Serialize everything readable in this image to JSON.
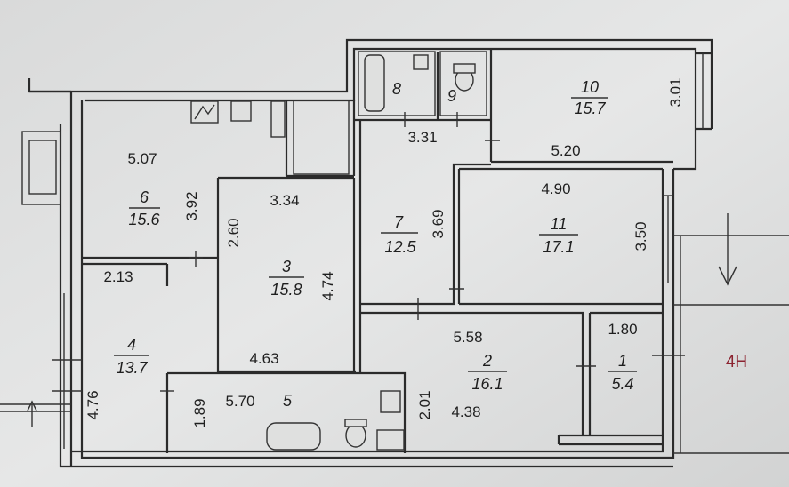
{
  "plan": {
    "unit_label": "4Н",
    "rooms": [
      {
        "id": "1",
        "number": "1",
        "area": "5.4"
      },
      {
        "id": "2",
        "number": "2",
        "area": "16.1"
      },
      {
        "id": "3",
        "number": "3",
        "area": "15.8"
      },
      {
        "id": "4",
        "number": "4",
        "area": "13.7"
      },
      {
        "id": "5",
        "number": "5",
        "area": ""
      },
      {
        "id": "6",
        "number": "6",
        "area": "15.6"
      },
      {
        "id": "7",
        "number": "7",
        "area": "12.5"
      },
      {
        "id": "8",
        "number": "8",
        "area": ""
      },
      {
        "id": "9",
        "number": "9",
        "area": ""
      },
      {
        "id": "10",
        "number": "10",
        "area": "15.7"
      },
      {
        "id": "11",
        "number": "11",
        "area": "17.1"
      }
    ],
    "dimensions": [
      "5.07",
      "3.92",
      "3.34",
      "2.60",
      "4.74",
      "2.13",
      "4.76",
      "4.63",
      "5.70",
      "1.89",
      "2.01",
      "5.58",
      "4.38",
      "1.80",
      "3.31",
      "3.69",
      "4.90",
      "3.50",
      "5.20",
      "3.01"
    ]
  }
}
